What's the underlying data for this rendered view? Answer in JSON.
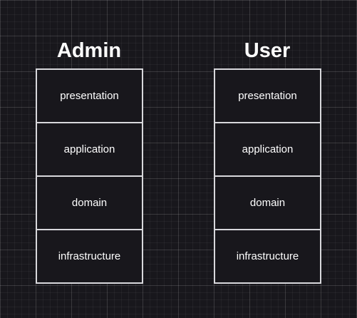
{
  "diagram": {
    "groups": [
      {
        "title": "Admin",
        "layers": [
          "presentation",
          "application",
          "domain",
          "infrastructure"
        ]
      },
      {
        "title": "User",
        "layers": [
          "presentation",
          "application",
          "domain",
          "infrastructure"
        ]
      }
    ]
  },
  "colors": {
    "background": "#18171c",
    "border": "#d8d8dc",
    "text": "#ffffff"
  }
}
